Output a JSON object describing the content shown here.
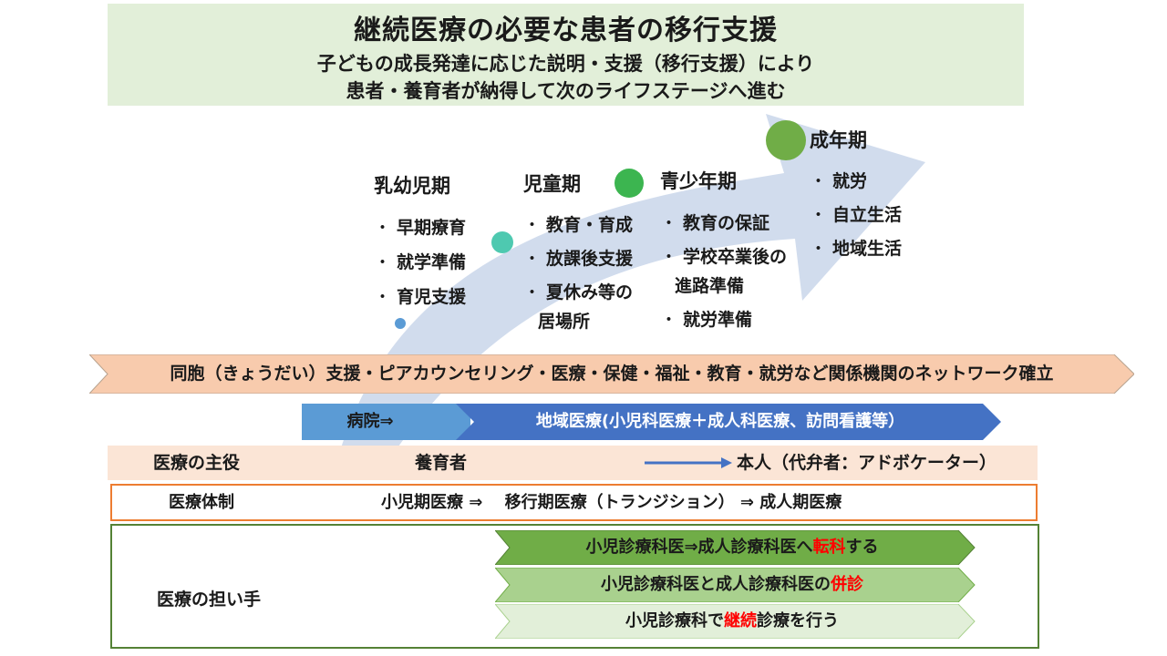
{
  "header": {
    "title": "継続医療の必要な患者の移行支援",
    "subtitle_line1": "子どもの成長発達に応じた説明・支援（移行支援）により",
    "subtitle_line2": "患者・養育者が納得して次のライフステージへ進む"
  },
  "stages": [
    {
      "title": "乳幼児期",
      "items": [
        "早期療育",
        "就学準備",
        "育児支援"
      ],
      "color": "#5b9bd5"
    },
    {
      "title": "児童期",
      "items": [
        "教育・育成",
        "放課後支援",
        "夏休み等の",
        "居場所"
      ],
      "color": "#4ec9b0"
    },
    {
      "title": "青少年期",
      "items": [
        "教育の保証",
        "学校卒業後の",
        "進路準備",
        "就労準備"
      ],
      "color": "#3cb550"
    },
    {
      "title": "成年期",
      "items": [
        "就労",
        "自立生活",
        "地域生活"
      ],
      "color": "#70ad47"
    }
  ],
  "bullet": "・",
  "network": {
    "text": "同胞（きょうだい）支援・ピアカウンセリング・医療・保健・福祉・教育・就労など関係機関のネットワーク確立",
    "color": "#f8cbad"
  },
  "care_setting": {
    "hospital": "病院⇒",
    "community": "地域医療(小児科医療＋成人科医療、訪問看護等）",
    "hospital_color": "#5b9bd5",
    "community_color": "#4472c4"
  },
  "lead": {
    "label": "医療の主役",
    "from": "養育者",
    "to": "本人（代弁者：アドボケーター）"
  },
  "system": {
    "label": "医療体制",
    "flow": "小児期医療 ⇒　 移行期医療（トランジション） ⇒ 成人期医療"
  },
  "carers": {
    "label": "医療の担い手",
    "options": [
      {
        "pre": "小児診療科医⇒成人診療科医へ",
        "em": "転科",
        "post": "する",
        "fill": "#70ad47"
      },
      {
        "pre": "小児診療科医と成人診療科医の",
        "em": "併診",
        "post": "",
        "fill": "#a9d18e"
      },
      {
        "pre": "小児診療科で",
        "em": "継続",
        "post": "診療を行う",
        "fill": "#e2efd9"
      }
    ]
  }
}
